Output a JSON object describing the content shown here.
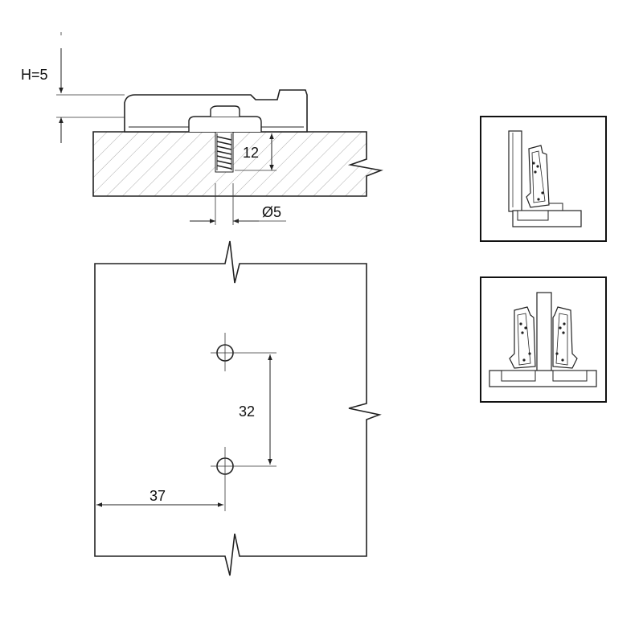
{
  "labels": {
    "plate_height": "H=5",
    "screw_depth": "12",
    "hole_diameter": "Ø5",
    "hole_spacing": "32",
    "edge_distance": "37"
  },
  "colors": {
    "line": "#222222",
    "hatch": "#888888",
    "background": "#ffffff"
  },
  "icons": {
    "thumbnail_top": "hinge-side-view-icon",
    "thumbnail_bottom": "hinge-pair-view-icon"
  }
}
